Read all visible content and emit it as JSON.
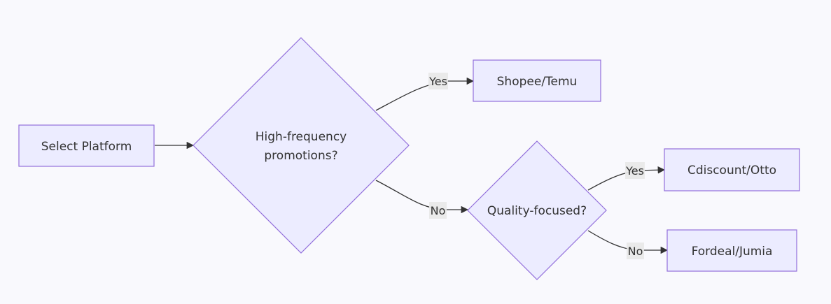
{
  "nodes": {
    "select_platform": "Select Platform",
    "high_frequency_line1": "High-frequency",
    "high_frequency_line2": "promotions?",
    "shopee_temu": "Shopee/Temu",
    "quality_focused": "Quality-focused?",
    "cdiscount_otto": "Cdiscount/Otto",
    "fordeal_jumia": "Fordeal/Jumia"
  },
  "edges": {
    "hf_yes": "Yes",
    "hf_no": "No",
    "qf_yes": "Yes",
    "qf_no": "No"
  },
  "colors": {
    "node_fill": "#ECECFF",
    "node_stroke": "#9370DB",
    "edge_stroke": "#333333",
    "label_background": "#e8e8e8"
  }
}
